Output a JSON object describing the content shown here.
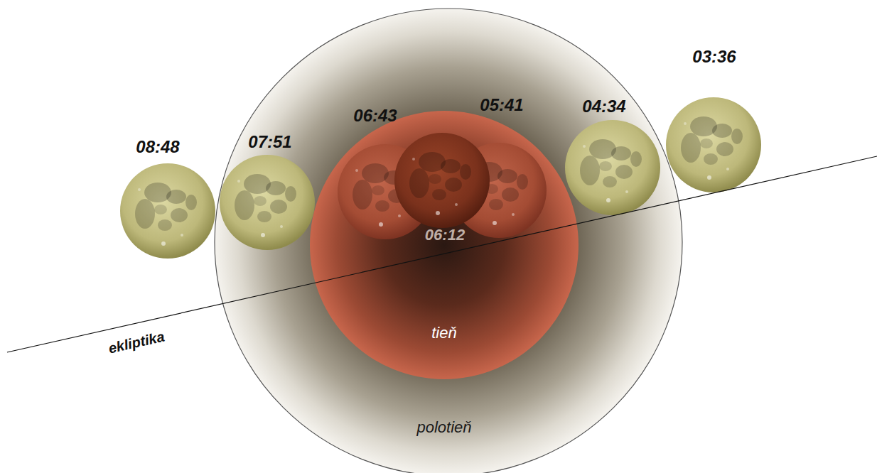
{
  "diagram": {
    "nodes": [
      {
        "text": [
          "polotieň"
        ]
      },
      {
        "text": [
          "tieň"
        ],
        "in": 0
      }
    ],
    "labels": [
      "08:48",
      "07:51",
      "06:43",
      "05:41",
      "04:34",
      "03:36",
      "06:12",
      "ekliptika"
    ]
  }
}
